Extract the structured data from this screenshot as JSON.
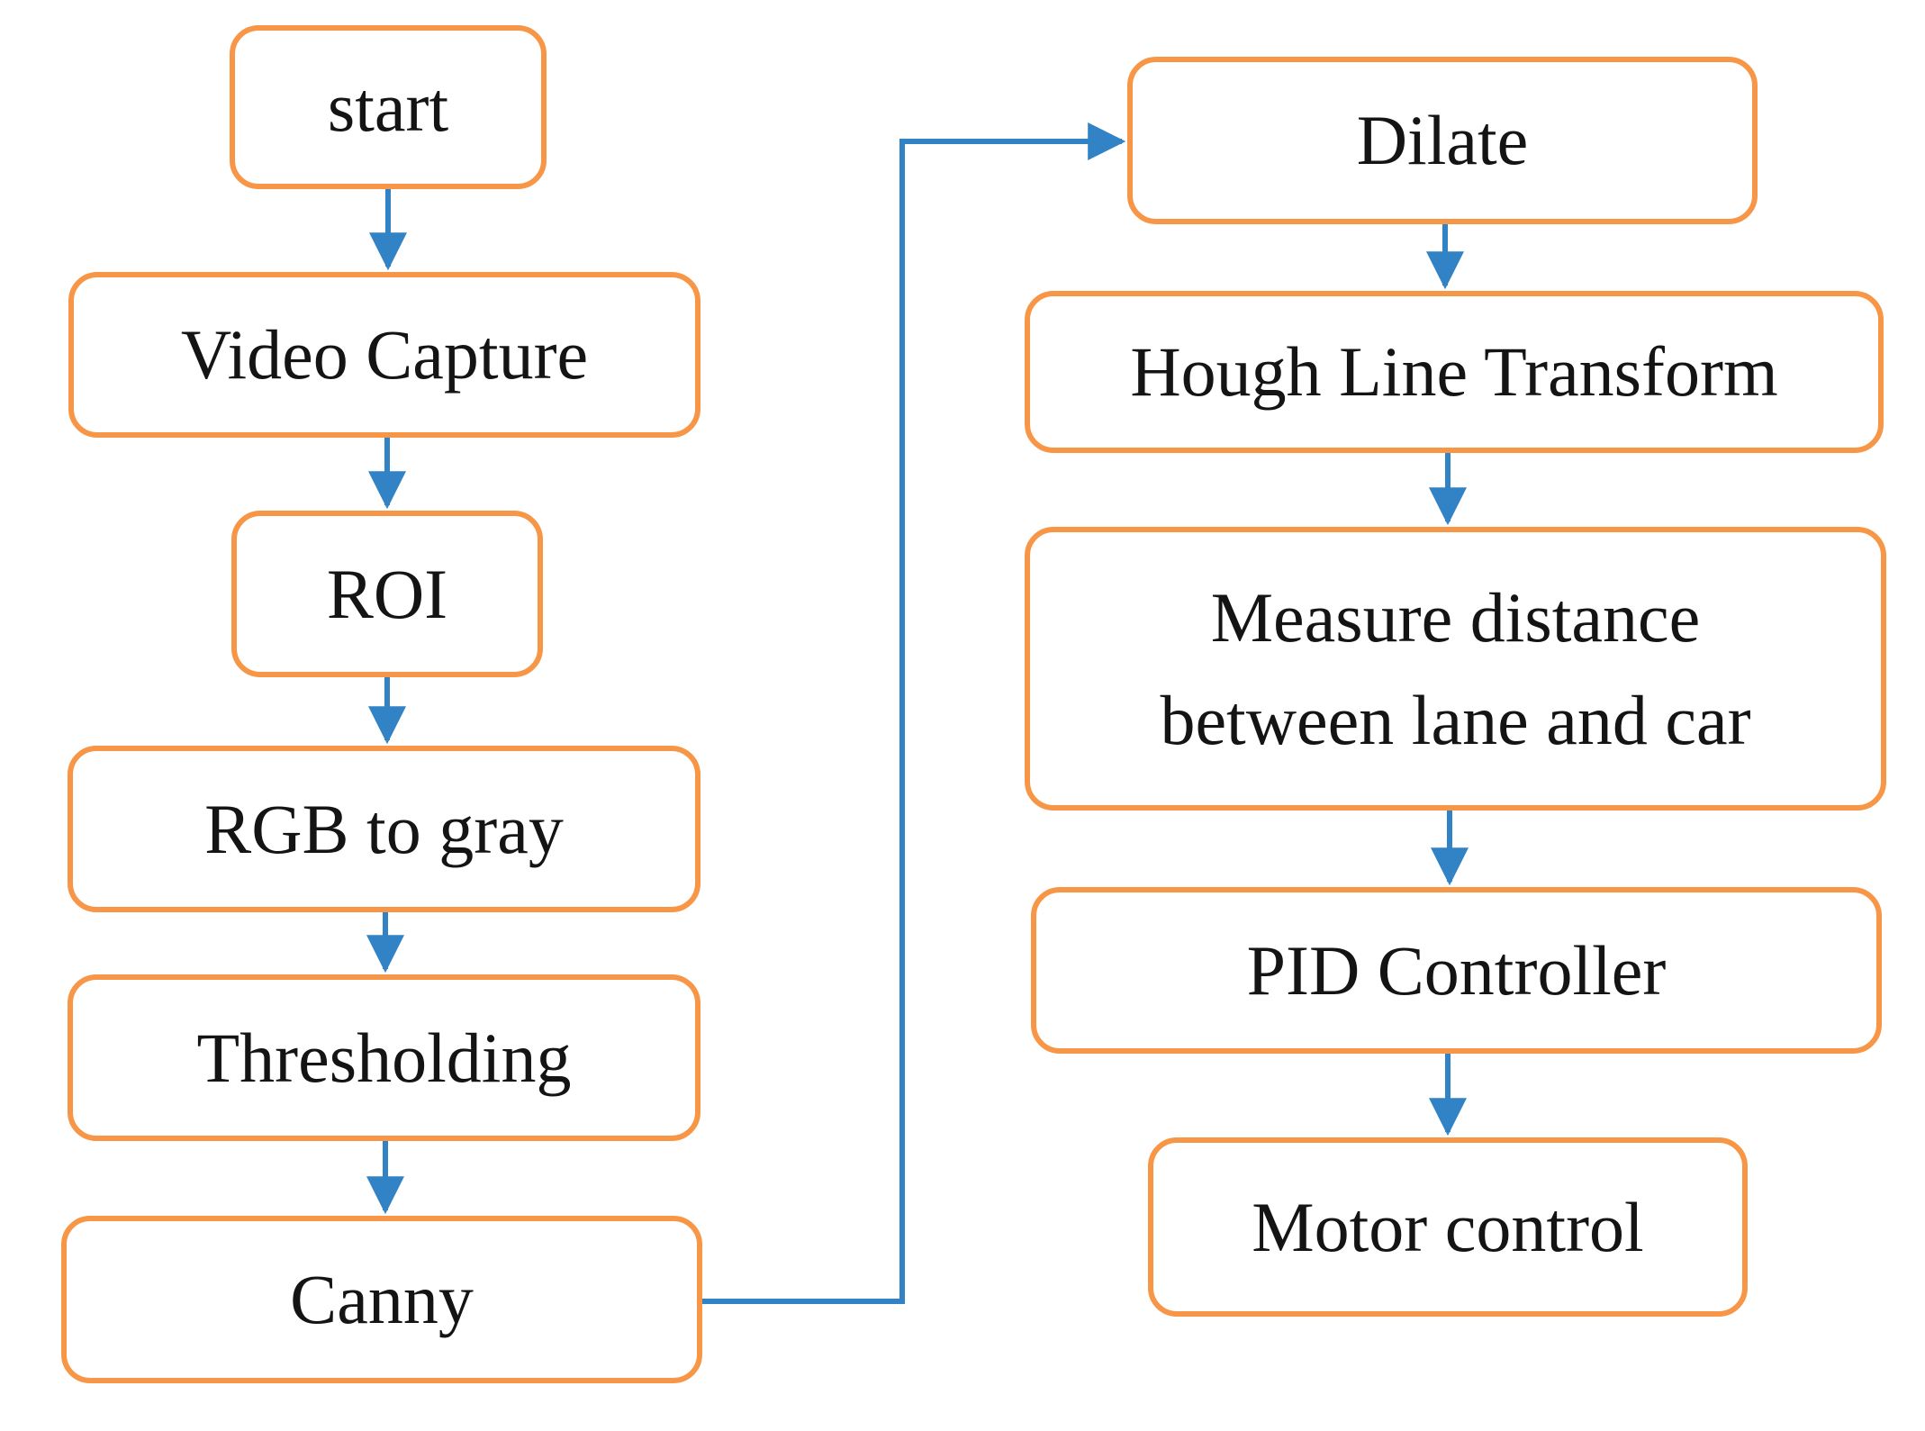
{
  "diagram": {
    "type": "flowchart",
    "colors": {
      "node_border": "#f79646",
      "node_fill": "#ffffff",
      "arrow": "#3183c5",
      "text": "#141414",
      "background": "#ffffff"
    },
    "nodes": {
      "start": {
        "label": "start"
      },
      "video_capture": {
        "label": "Video Capture"
      },
      "roi": {
        "label": "ROI"
      },
      "rgb_to_gray": {
        "label": "RGB to gray"
      },
      "thresholding": {
        "label": "Thresholding"
      },
      "canny": {
        "label": "Canny"
      },
      "dilate": {
        "label": "Dilate"
      },
      "hough": {
        "label": "Hough Line Transform"
      },
      "measure": {
        "line1": "Measure distance",
        "line2": "between lane and car"
      },
      "pid": {
        "label": "PID Controller"
      },
      "motor": {
        "label": "Motor control"
      }
    },
    "edges": [
      {
        "from": "start",
        "to": "video_capture"
      },
      {
        "from": "video_capture",
        "to": "roi"
      },
      {
        "from": "roi",
        "to": "rgb_to_gray"
      },
      {
        "from": "rgb_to_gray",
        "to": "thresholding"
      },
      {
        "from": "thresholding",
        "to": "canny"
      },
      {
        "from": "canny",
        "to": "dilate"
      },
      {
        "from": "dilate",
        "to": "hough"
      },
      {
        "from": "hough",
        "to": "measure"
      },
      {
        "from": "measure",
        "to": "pid"
      },
      {
        "from": "pid",
        "to": "motor"
      }
    ]
  }
}
